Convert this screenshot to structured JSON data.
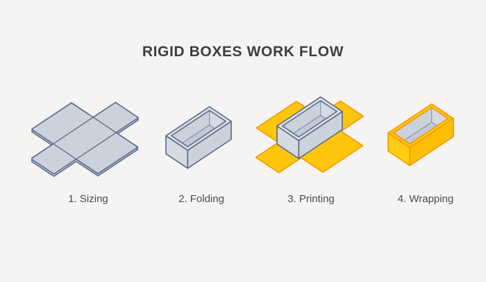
{
  "title": "RIGID BOXES WORK FLOW",
  "steps": [
    {
      "label": "1. Sizing",
      "icon": "unfolded-box-icon"
    },
    {
      "label": "2. Folding",
      "icon": "folded-box-icon"
    },
    {
      "label": "3. Printing",
      "icon": "box-on-wrap-icon"
    },
    {
      "label": "4. Wrapping",
      "icon": "wrapped-box-icon"
    }
  ],
  "colors": {
    "bg": "#f5f4f2",
    "ink-title": "#3f3f41",
    "ink-label": "#4b4b4d",
    "panel": "#ccd2dc",
    "panel-light": "#d5dae3",
    "panel-dark": "#c2c9d5",
    "rim": "#dde2e9",
    "outline": "#5d6d8b",
    "seam": "#7b89a1",
    "yellow": "#ffc60d",
    "yellow-light": "#ffce12",
    "yellow-deep": "#fdbf06",
    "orange": "#f39a04"
  }
}
